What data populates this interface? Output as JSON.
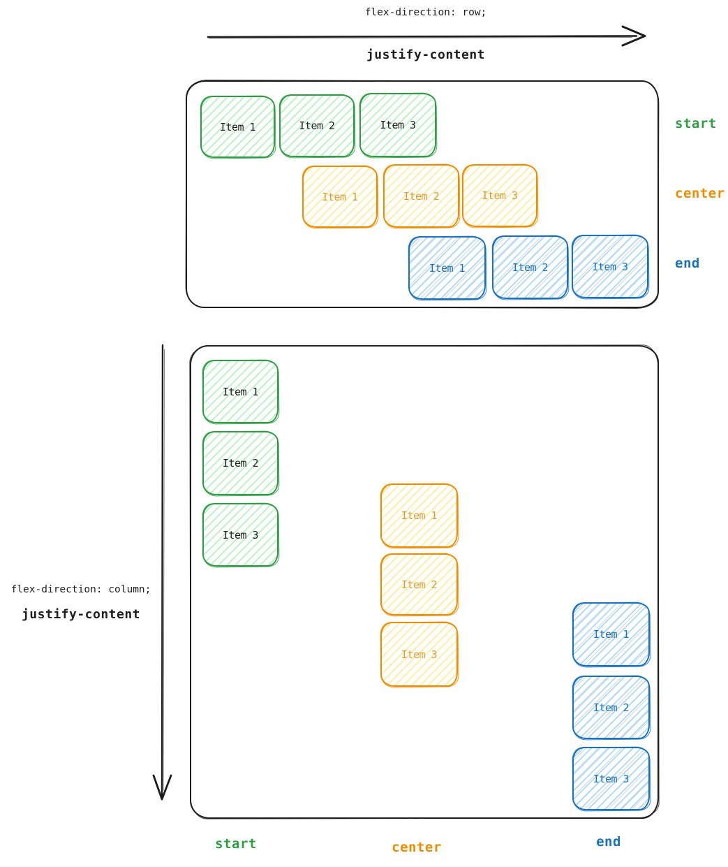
{
  "colors": {
    "ink": "#1e1e1e",
    "green_stroke": "#2f9e44",
    "green_hatch": "#b2f2bb",
    "orange_stroke": "#f08c00",
    "orange_hatch": "#ffec99",
    "blue_stroke": "#1971c2",
    "blue_hatch": "#a5d8ff"
  },
  "row_section": {
    "direction_code": "flex-direction: row;",
    "property_label": "justify-content",
    "groups": [
      {
        "alignment": "start",
        "color": "#2f9e44",
        "items": [
          "Item 1",
          "Item 2",
          "Item 3"
        ]
      },
      {
        "alignment": "center",
        "color": "#f08c00",
        "items": [
          "Item 1",
          "Item 2",
          "Item 3"
        ]
      },
      {
        "alignment": "end",
        "color": "#1971c2",
        "items": [
          "Item 1",
          "Item 2",
          "Item 3"
        ]
      }
    ]
  },
  "column_section": {
    "direction_code": "flex-direction: column;",
    "property_label": "justify-content",
    "groups": [
      {
        "alignment": "start",
        "color": "#2f9e44",
        "items": [
          "Item 1",
          "Item 2",
          "Item 3"
        ]
      },
      {
        "alignment": "center",
        "color": "#f08c00",
        "items": [
          "Item 1",
          "Item 2",
          "Item 3"
        ]
      },
      {
        "alignment": "end",
        "color": "#1971c2",
        "items": [
          "Item 1",
          "Item 2",
          "Item 3"
        ]
      }
    ]
  }
}
